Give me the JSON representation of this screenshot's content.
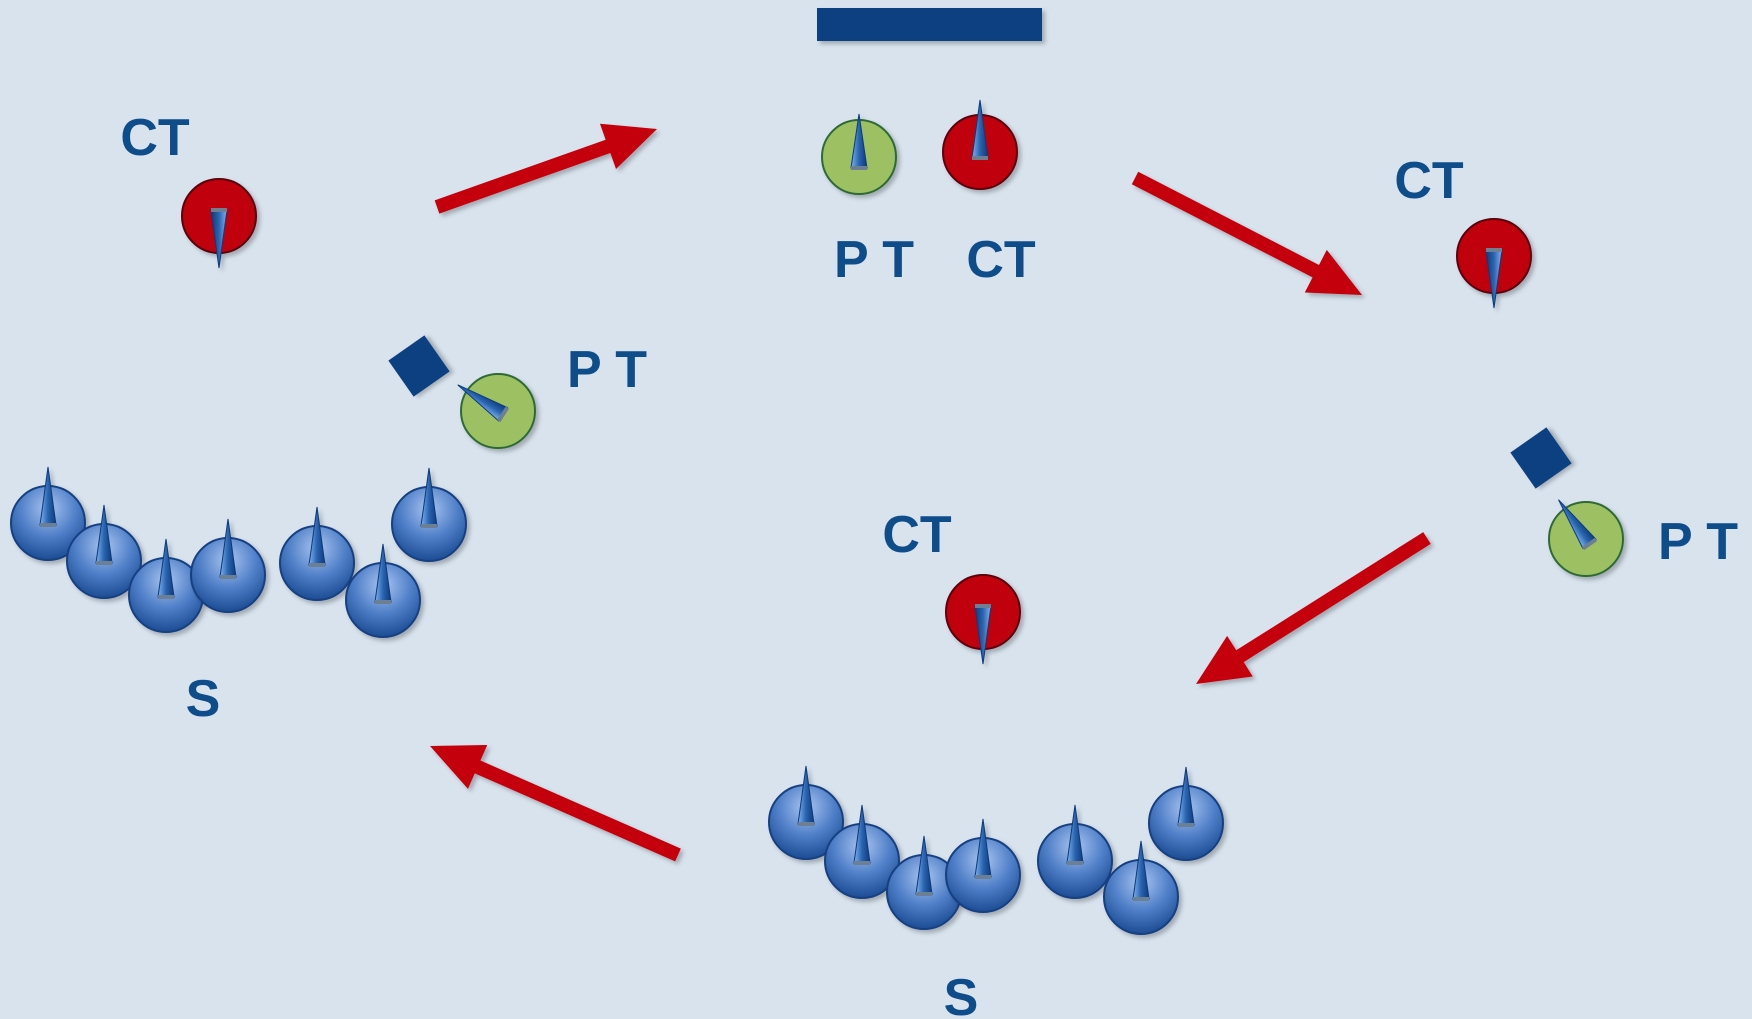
{
  "labels": {
    "ct": "CT",
    "pt": "P T",
    "s": "S"
  },
  "colors": {
    "background": "#d8e3ee",
    "label_text": "#0f4c8a",
    "ct_fill": "#c00010",
    "pt_fill": "#9dc063",
    "s_fill": "#4f7fc8",
    "arrow": "#c4000f",
    "bar": "#0e3f80",
    "diamond": "#0e3f80"
  },
  "icons": {
    "ct_marker": "red-circle-icon",
    "pt_marker": "green-circle-icon",
    "s_marker": "blue-sphere-icon",
    "direction_pointer": "spike-icon",
    "camera": "blue-square-icon",
    "flow_arrow": "red-arrow-icon"
  }
}
